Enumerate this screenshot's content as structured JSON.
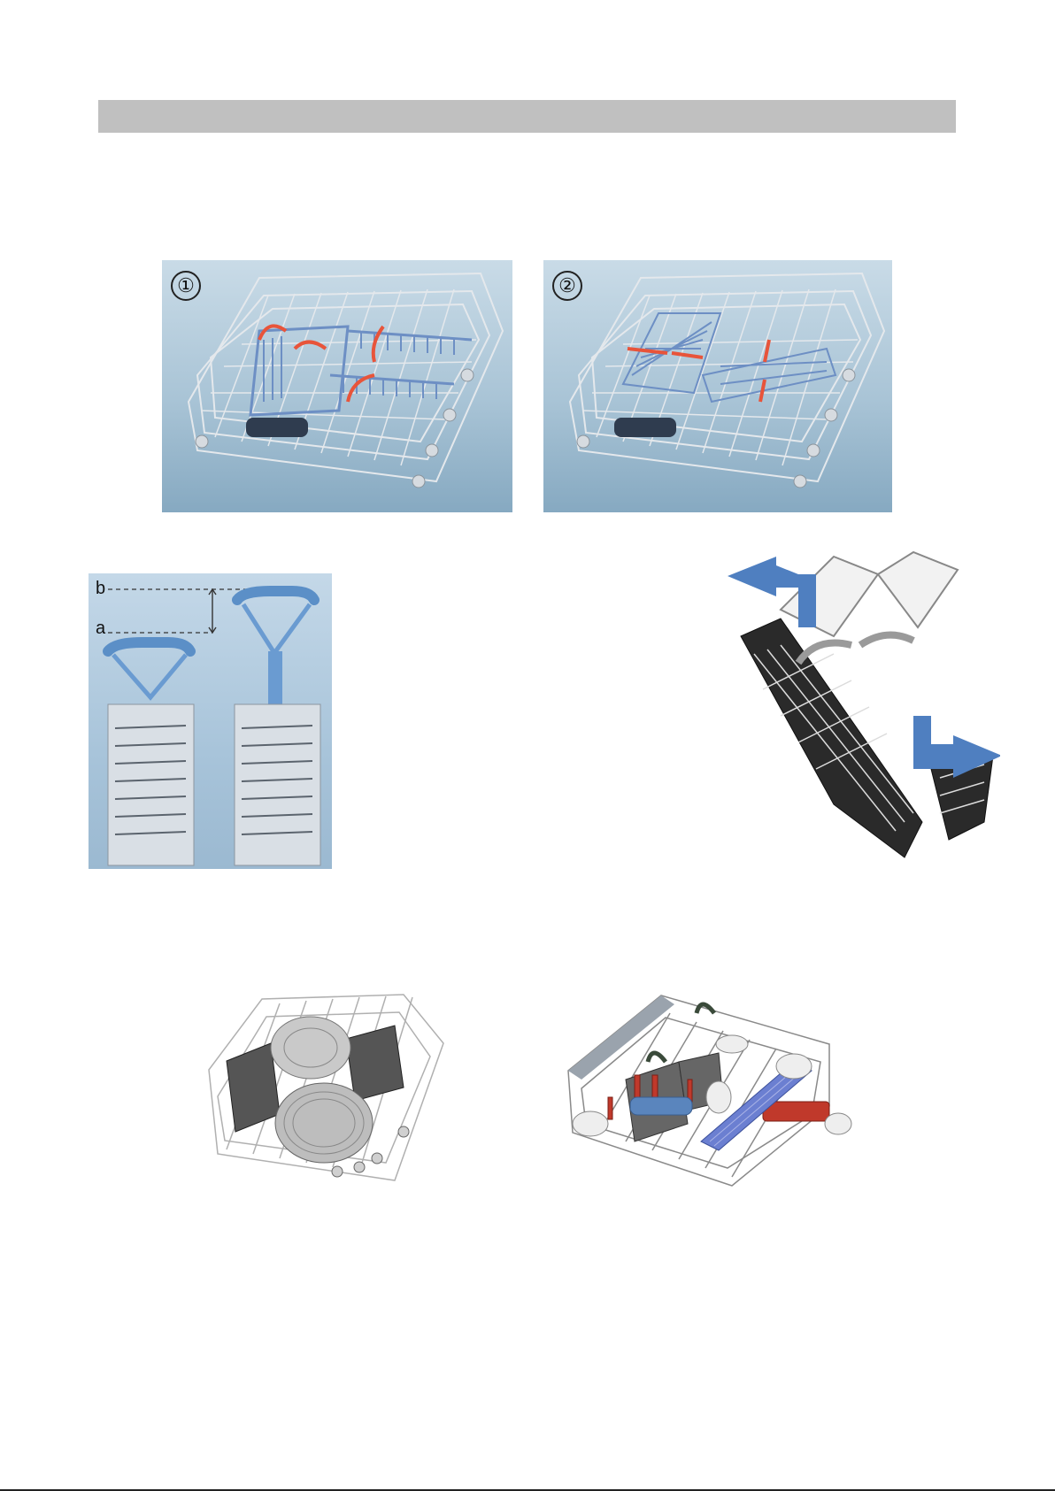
{
  "figures": {
    "step1": {
      "number": "①"
    },
    "step2": {
      "number": "②"
    },
    "handle_height": {
      "label_b": "b",
      "label_a": "a"
    }
  },
  "colors": {
    "header_bar": "#c0c0c0",
    "panel_blue_top": "#c9dbe7",
    "panel_blue_bottom": "#86a9c1",
    "accent_blue": "#5a85bd",
    "arrow_red": "#e8543a",
    "rack_wire": "#d8dde2",
    "handle_dark": "#2f3c4f"
  },
  "icons": [
    "curved-arrow-icon",
    "straight-arrow-icon",
    "blue-l-arrow-icon",
    "dimension-arrow-icon"
  ]
}
